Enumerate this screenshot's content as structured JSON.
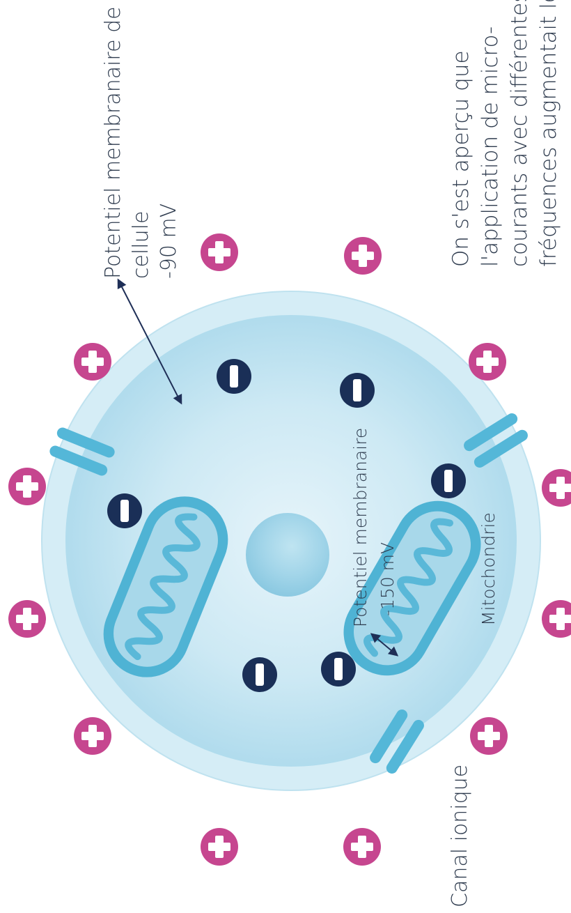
{
  "diagram": {
    "labels": {
      "cell_potential_line1": "Potentiel membranaire de la",
      "cell_potential_line2": "cellule",
      "cell_potential_value": "-90 mV",
      "mito_potential_line1": "Potentiel membranaire",
      "mito_potential_value": "-150 mV",
      "mitochondria": "Mitochondrie",
      "ion_channel": "Canal ionique"
    },
    "description": [
      "On s'est aperçu que",
      "l'application de micro-",
      "courants avec différentes",
      "fréquences augmentait le"
    ],
    "symbols": {
      "positive": "+",
      "negative": "−"
    },
    "colors": {
      "cell_outer": "#cbe9f3",
      "cell_inner": "#a5d6e9",
      "nucleus": "#8ccbe3",
      "mitochondria": "#4fb3d4",
      "ion_channel": "#54b7d8",
      "positive_ion": "#c6468f",
      "negative_ion": "#1a2f57",
      "text": "#2e3b4e",
      "arrow": "#1f2f57"
    }
  }
}
